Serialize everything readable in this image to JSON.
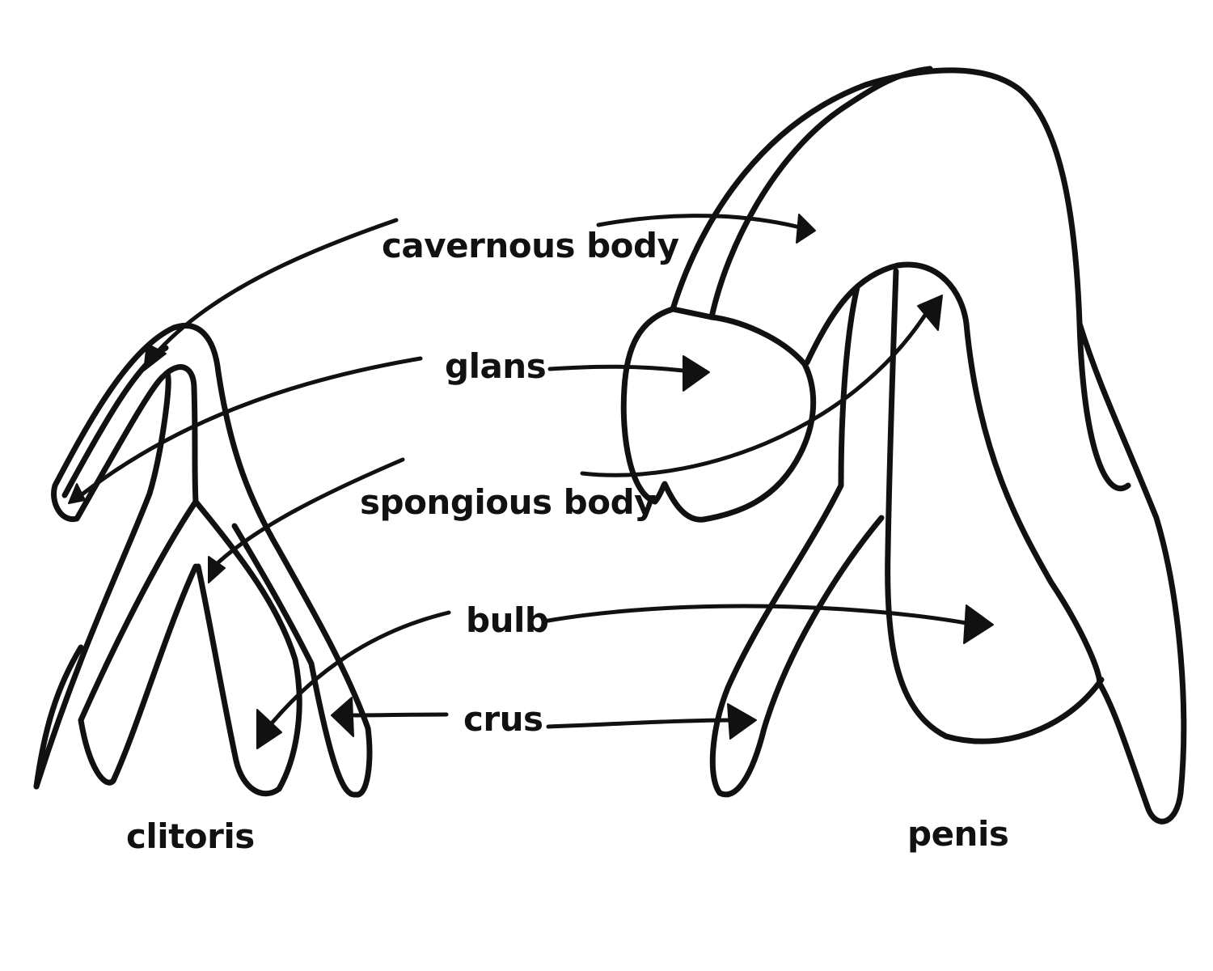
{
  "labels": {
    "cavernous_body": "cavernous body",
    "glans": "glans",
    "spongious_body": "spongious body",
    "bulb": "bulb",
    "crus": "crus",
    "clitoris": "clitoris",
    "penis": "penis"
  },
  "colors": {
    "ink": "#111111",
    "background": "#ffffff"
  }
}
